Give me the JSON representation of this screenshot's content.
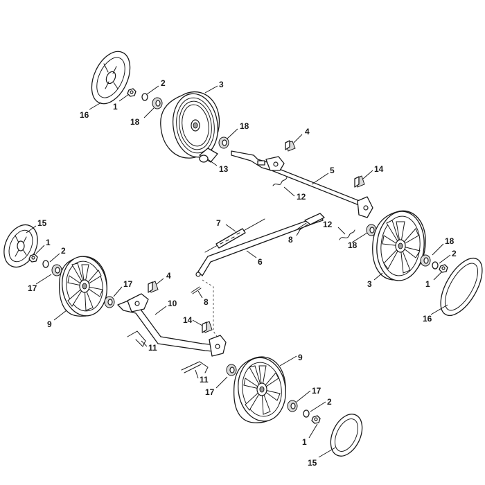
{
  "callouts": {
    "c1a": "1",
    "c2a": "2",
    "c3a": "3",
    "c16a": "16",
    "c18a": "18",
    "c18b": "18",
    "c4a": "4",
    "c13": "13",
    "c5": "5",
    "c14a": "14",
    "c12a": "12",
    "c7": "7",
    "c12b": "12",
    "c8a": "8",
    "c18c": "18",
    "c6": "6",
    "c15a": "15",
    "c1b": "1",
    "c2b": "2",
    "c17a": "17",
    "c9a": "9",
    "c4b": "4",
    "c17b": "17",
    "c10": "10",
    "c8b": "8",
    "c18d": "18",
    "c2c": "2",
    "c1c": "1",
    "c3b": "3",
    "c16b": "16",
    "c14b": "14",
    "c11a": "11",
    "c11b": "11",
    "c17c": "17",
    "c9b": "9",
    "c17d": "17",
    "c2d": "2",
    "c1d": "1",
    "c15b": "15"
  }
}
